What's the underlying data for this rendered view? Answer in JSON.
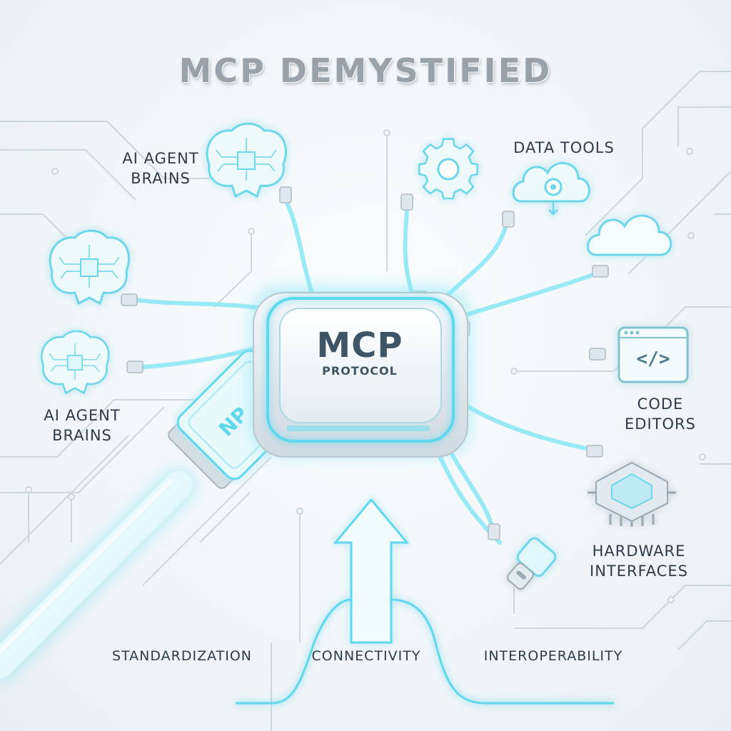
{
  "title": "MCP DEMYSTIFIED",
  "hub": {
    "title": "MCP",
    "subtitle": "PROTOCOL"
  },
  "left_labels": [
    {
      "line1": "AI AGENT",
      "line2": "BRAINS"
    },
    {
      "line1": "AI AGENT",
      "line2": "BRAINS"
    }
  ],
  "right_labels": {
    "data_tools": "DATA TOOLS",
    "code_editors": {
      "line1": "CODE",
      "line2": "EDITORS"
    },
    "hardware": {
      "line1": "HARDWARE",
      "line2": "INTERFACES"
    }
  },
  "bottom_labels": [
    "STANDARDIZATION",
    "CONNECTIVITY",
    "INTEROPERABILITY"
  ],
  "icons": [
    "brain-chip-icon",
    "gear-icon",
    "cloud-gear-icon",
    "cloud-icon",
    "code-window-icon",
    "microchip-icon",
    "usb-c-plug-icon",
    "usb-connector-icon",
    "up-arrow-icon"
  ],
  "colors": {
    "accent": "#5fd8ee",
    "glow": "#8ee8f6",
    "line": "#c9d3da",
    "text": "#2f3b46",
    "chip_text": "#3d5566"
  }
}
